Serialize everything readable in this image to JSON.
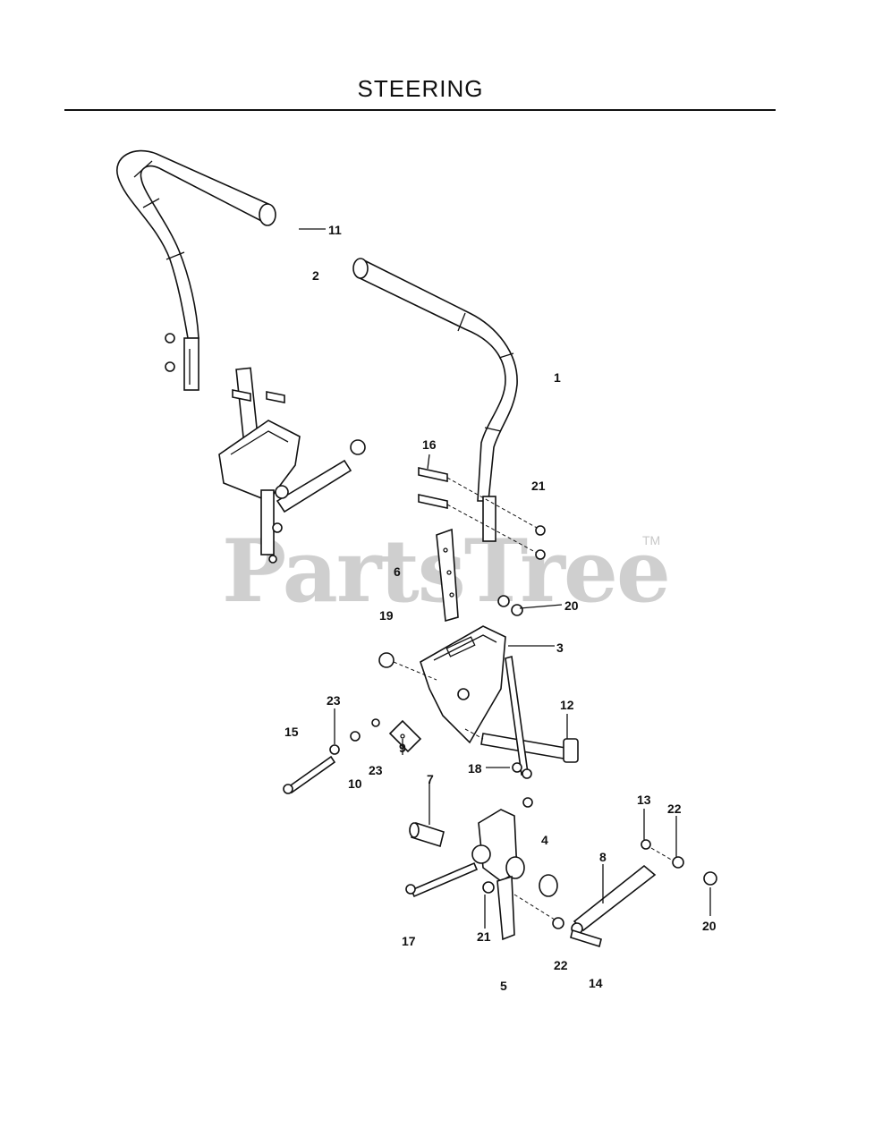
{
  "page": {
    "title": "STEERING"
  },
  "watermark": {
    "text": "PartsTree",
    "tm": "TM"
  },
  "callouts": [
    {
      "id": "c11",
      "label": "11"
    },
    {
      "id": "c2",
      "label": "2"
    },
    {
      "id": "c1",
      "label": "1"
    },
    {
      "id": "c16",
      "label": "16"
    },
    {
      "id": "c21a",
      "label": "21"
    },
    {
      "id": "c6",
      "label": "6"
    },
    {
      "id": "c19",
      "label": "19"
    },
    {
      "id": "c20a",
      "label": "20"
    },
    {
      "id": "c3",
      "label": "3"
    },
    {
      "id": "c23a",
      "label": "23"
    },
    {
      "id": "c15",
      "label": "15"
    },
    {
      "id": "c9",
      "label": "9"
    },
    {
      "id": "c12",
      "label": "12"
    },
    {
      "id": "c18",
      "label": "18"
    },
    {
      "id": "c23b",
      "label": "23"
    },
    {
      "id": "c10",
      "label": "10"
    },
    {
      "id": "c7",
      "label": "7"
    },
    {
      "id": "c13",
      "label": "13"
    },
    {
      "id": "c22a",
      "label": "22"
    },
    {
      "id": "c4",
      "label": "4"
    },
    {
      "id": "c8",
      "label": "8"
    },
    {
      "id": "c20b",
      "label": "20"
    },
    {
      "id": "c17",
      "label": "17"
    },
    {
      "id": "c21b",
      "label": "21"
    },
    {
      "id": "c22b",
      "label": "22"
    },
    {
      "id": "c5",
      "label": "5"
    },
    {
      "id": "c14",
      "label": "14"
    }
  ]
}
